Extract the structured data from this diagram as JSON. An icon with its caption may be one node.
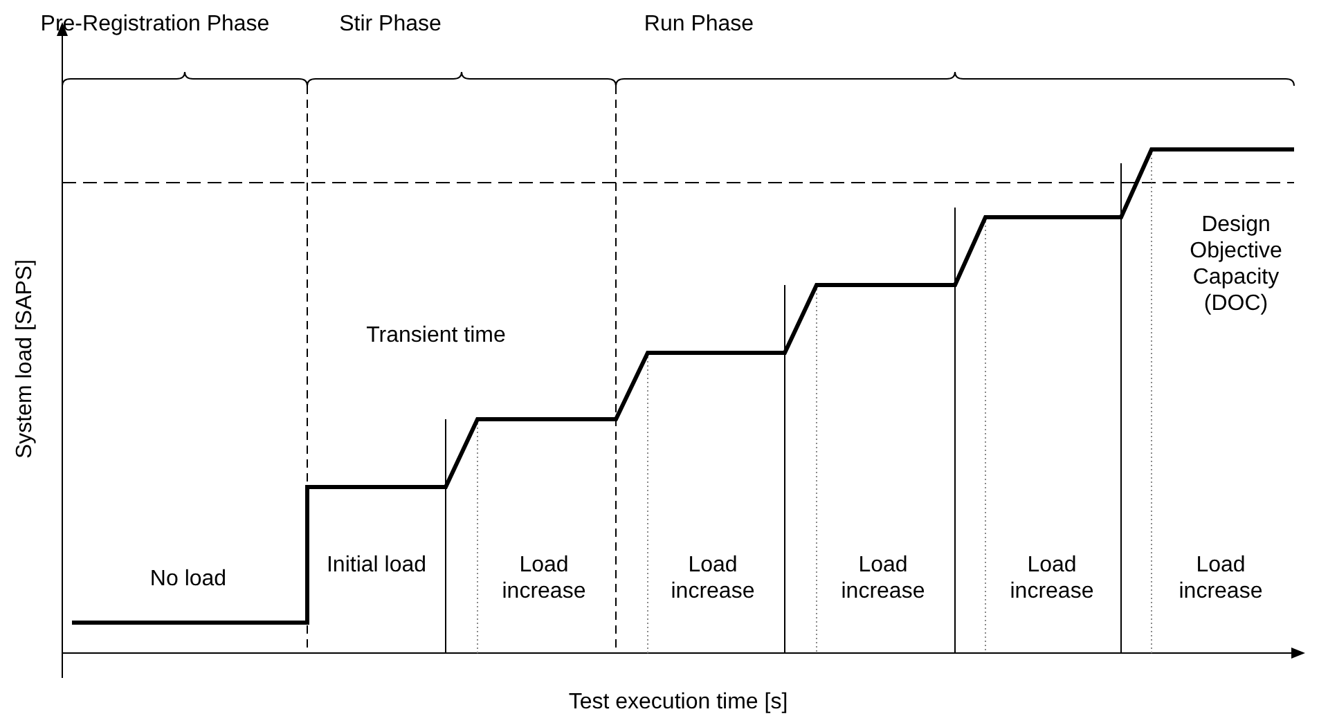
{
  "diagram": {
    "labels": [
      "Pre-Registration Phase",
      "Stir Phase",
      "Run Phase",
      "Transient time",
      "Design Objective Capacity (DOC)",
      "System load [SAPS]",
      "No load",
      "Initial load",
      "Load increase",
      "Load increase",
      "Load increase",
      "Load increase",
      "Load increase",
      "Test execution time [s]"
    ]
  }
}
